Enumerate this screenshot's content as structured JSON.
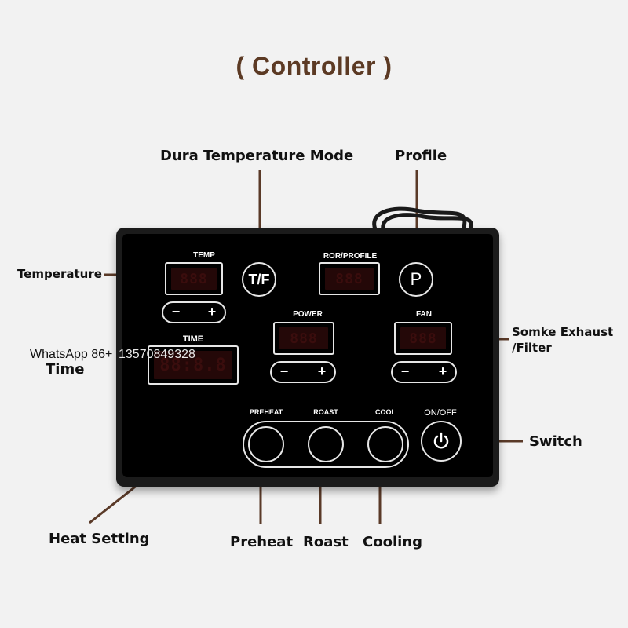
{
  "title": "( Controller )",
  "callouts": {
    "dura_temperature_mode": "Dura Temperature Mode",
    "profile": "Profile",
    "temperature": "Temperature",
    "time": "Time",
    "smoke_exhaust_1": "Somke Exhaust",
    "smoke_exhaust_2": "/Filter",
    "switch": "Switch",
    "heat_setting": "Heat Setting",
    "preheat": "Preheat",
    "roast": "Roast",
    "cooling": "Cooling"
  },
  "panel": {
    "temp": "TEMP",
    "ror_profile": "ROR/PROFILE",
    "power": "POWER",
    "fan": "FAN",
    "time": "TIME",
    "preheat": "PREHEAT",
    "roast": "ROAST",
    "cool": "COOL",
    "on_off": "ON/OFF",
    "tf_button": "T/F",
    "p_button": "P",
    "minus": "−",
    "plus": "+"
  },
  "watermark": "WhatsApp  86+",
  "watermark_number": "13570849328",
  "colors": {
    "title": "#5c3a24",
    "leader": "#5a3a28",
    "panel": "#000000",
    "display_off": "#240808"
  }
}
